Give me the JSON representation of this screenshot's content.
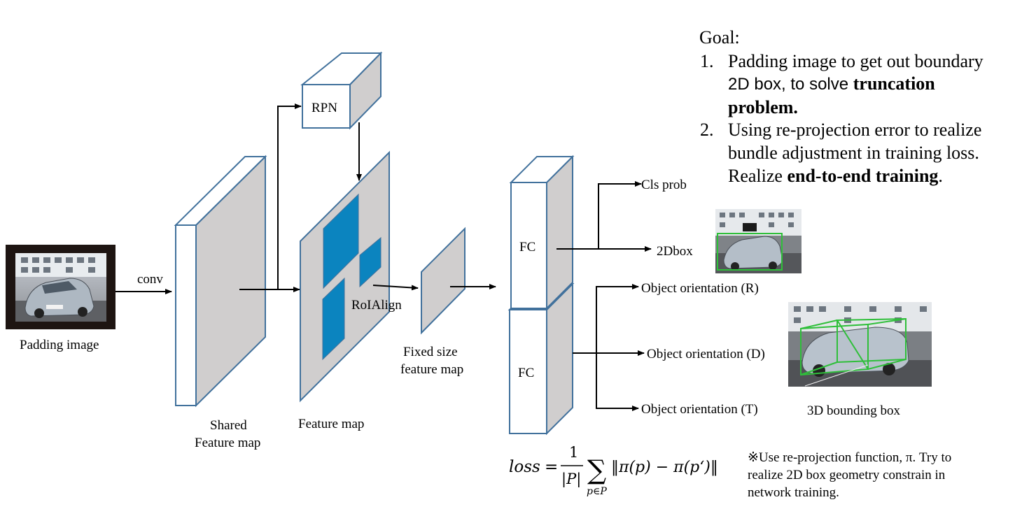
{
  "colors": {
    "panel_stroke": "#41719C",
    "panel_side": "#D0CECE",
    "roi_fill": "#0B84BF",
    "bbox_green": "#2FBF3A",
    "arrow": "#000000"
  },
  "input": {
    "label": "Padding image",
    "edge_label": "conv"
  },
  "shared_map": {
    "label_line1": "Shared",
    "label_line2": "Feature map"
  },
  "rpn": {
    "label": "RPN"
  },
  "feature_map": {
    "label": "Feature map",
    "roialign_label": "RoIAlign"
  },
  "fixed_map": {
    "label_line1": "Fixed size",
    "label_line2": "feature map"
  },
  "fc_top": {
    "label": "FC"
  },
  "fc_bottom": {
    "label": "FC"
  },
  "outputs": {
    "cls": "Cls prob",
    "box2d": "2Dbox",
    "orient_r": "Object orientation (R)",
    "orient_d": "Object orientation (D)",
    "orient_t": "Object orientation (T)",
    "bbox3d": "3D bounding box"
  },
  "goal": {
    "title": "Goal:",
    "item1_num": "1.",
    "item1_line1": "Padding image to get out boundary",
    "item1_line2a": "2D box, to solve ",
    "item1_line2b": "truncation",
    "item1_line3": "problem.",
    "item2_num": "2.",
    "item2_line1": "Using re-projection error to realize",
    "item2_line2": "bundle adjustment in training loss.",
    "item2_line3a": "Realize ",
    "item2_line3b": "end-to-end training",
    "item2_line3c": "."
  },
  "loss": {
    "lhs": "loss",
    "eq": "=",
    "numerator": "1",
    "denominator": "|P|",
    "sum": "∑",
    "sum_sub": "p∈P",
    "body": "‖π(p) − π(p‘)‖"
  },
  "note": {
    "line1": "※Use re-projection function, π. Try to",
    "line2": "realize 2D box geometry constrain in",
    "line3": "network training."
  }
}
